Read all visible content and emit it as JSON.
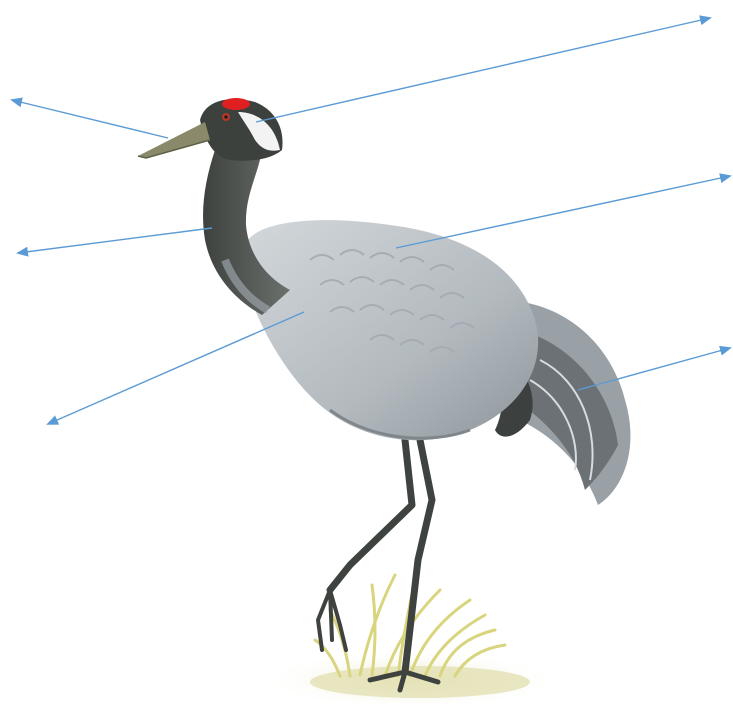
{
  "diagram": {
    "labels": [],
    "colors": {
      "arrow": "#5b9bd5",
      "body": "#b9bfc4",
      "body_shadow": "#8f979e",
      "wing_feather": "#c9cfd3",
      "neck": "#4b4f4c",
      "crown": "#e02020",
      "cheek": "#f3f3f3",
      "bill": "#8a8a6a",
      "legs": "#3f433f",
      "tail": "#5c615f",
      "grass": "#e6e3a0",
      "ground": "#e9e8c8"
    },
    "arrows": [
      {
        "name": "arrow-head",
        "points_to": "head"
      },
      {
        "name": "arrow-bill",
        "points_to": "bill"
      },
      {
        "name": "arrow-back",
        "points_to": "back"
      },
      {
        "name": "arrow-neck",
        "points_to": "neck"
      },
      {
        "name": "arrow-tail",
        "points_to": "tail"
      },
      {
        "name": "arrow-breast",
        "points_to": "breast"
      }
    ]
  }
}
